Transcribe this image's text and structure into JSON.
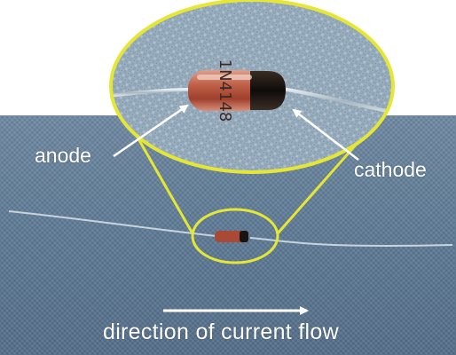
{
  "labels": {
    "anode": "anode",
    "cathode": "cathode",
    "current_flow": "direction of current flow"
  },
  "diode_marking": "1N4148",
  "colors": {
    "highlight_ellipse": "#e6e635",
    "arrow": "#ffffff",
    "text": "#ffffff",
    "background_cloth": "#5f7c97",
    "diode_glass": "#b5553d",
    "cathode_band": "#1a1410"
  }
}
